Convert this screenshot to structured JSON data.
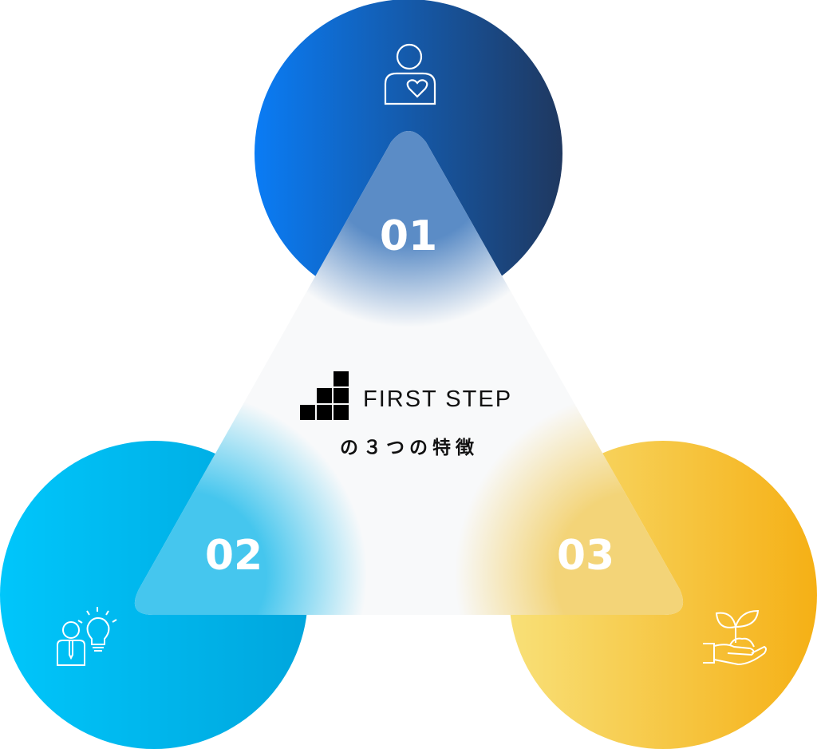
{
  "brand": {
    "name": "FIRST STEP",
    "subtitle": "の３つの特徴"
  },
  "features": [
    {
      "number": "01",
      "icon": "person-heart-icon",
      "color_from": "#0a7cf5",
      "color_to": "#1f3860"
    },
    {
      "number": "02",
      "icon": "person-lightbulb-icon",
      "color_from": "#00c6fb",
      "color_to": "#00a6dd"
    },
    {
      "number": "03",
      "icon": "hand-sprout-icon",
      "color_from": "#f8e078",
      "color_to": "#f5b015"
    }
  ]
}
